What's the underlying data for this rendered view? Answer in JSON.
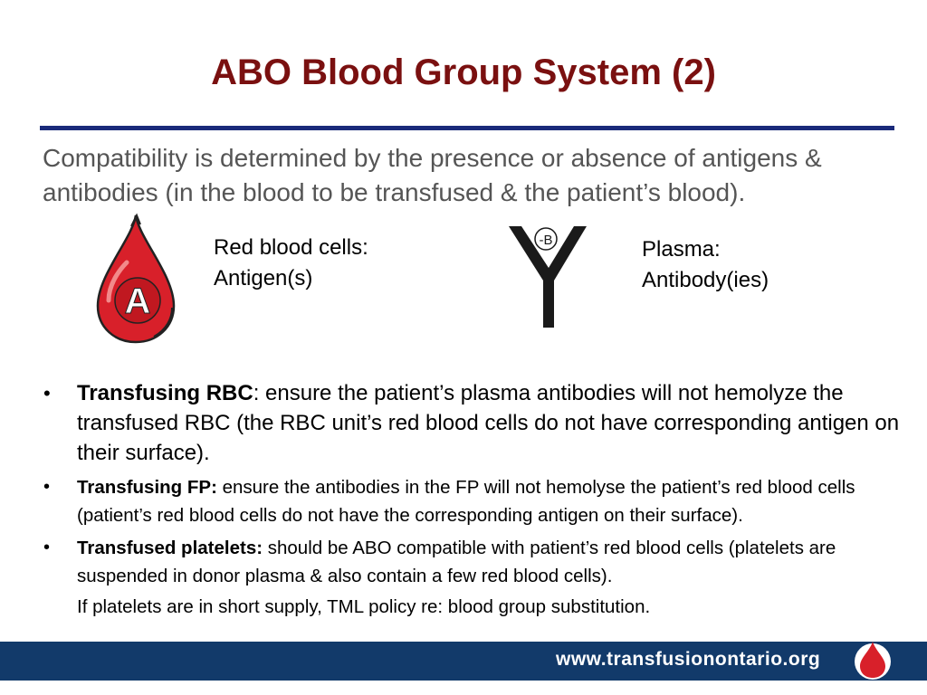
{
  "title": "ABO Blood Group System (2)",
  "intro": "Compatibility is determined by the presence or absence of antigens & antibodies (in the blood to be transfused & the patient’s blood).",
  "rbc": {
    "line1": "Red blood cells:",
    "line2": "Antigen(s)",
    "drop_letter": "A"
  },
  "plasma": {
    "line1": "Plasma:",
    "line2": "Antibody(ies)",
    "antibody_tag": "-B"
  },
  "bullets": [
    {
      "bold": "Transfusing RBC",
      "text": ": ensure the patient’s plasma antibodies will not hemolyze the transfused RBC (the RBC unit’s red blood cells do not have corresponding antigen on their surface)."
    },
    {
      "bold": "Transfusing FP:",
      "text": " ensure the antibodies in the FP will not hemolyse the patient’s red blood cells (patient’s red blood cells do not have the corresponding antigen on their surface)."
    },
    {
      "bold": "Transfused platelets:",
      "text": " should be ABO compatible with patient’s red blood cells (platelets are suspended in donor plasma & also contain a few red blood cells).",
      "continuation": "If platelets are in short supply, TML policy re: blood group substitution."
    }
  ],
  "bullet_glyph": "•",
  "footer": {
    "url": "www.transfusionontario.org"
  },
  "colors": {
    "title": "#7a1010",
    "rule": "#1a2a7a",
    "footer": "#123a6a",
    "drop": "#d8202a"
  }
}
